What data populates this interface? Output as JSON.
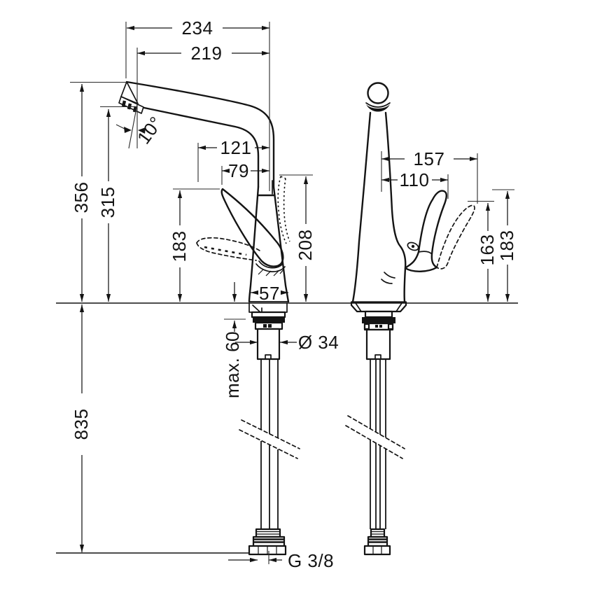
{
  "page": {
    "background": "#ffffff",
    "ink": "#141414"
  },
  "drawing": {
    "kind": "faucet-installation-dimension-drawing",
    "left_view": "side-view",
    "right_view": "front-view",
    "units": "mm"
  },
  "dims": {
    "overall_reach": "234",
    "spout_reach": "219",
    "spout_angle": "10°",
    "handle_reach_max": "121",
    "handle_reach": "79",
    "height_overall": "356",
    "height_outlet": "315",
    "height_handle_side": "183",
    "height_handle_raised": "208",
    "base_width": "57",
    "counter_max": "max. 60",
    "hole_diameter": "Ø 34",
    "hose_length": "835",
    "thread": "G 3/8",
    "front_reach_max": "157",
    "front_reach": "110",
    "front_height_min": "163",
    "front_height": "183"
  }
}
